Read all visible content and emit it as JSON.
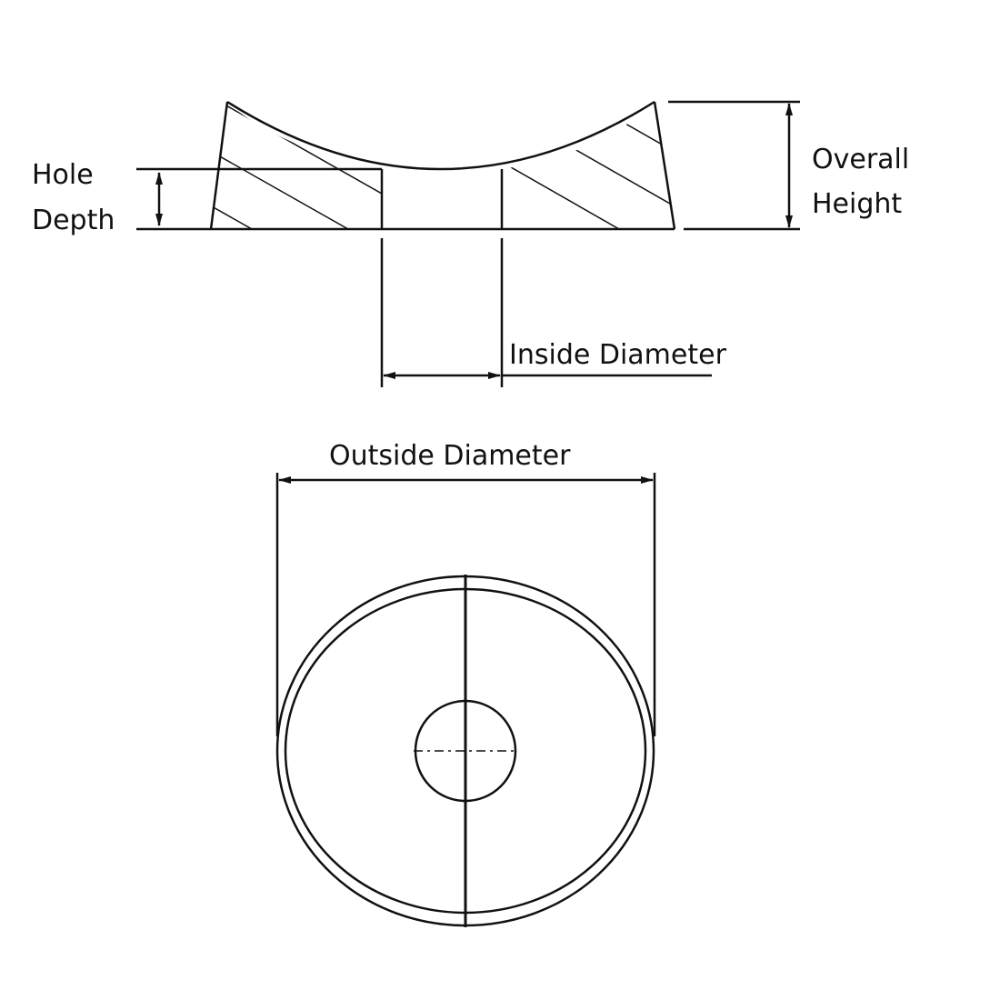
{
  "labels": {
    "hole": "Hole",
    "depth": "Depth",
    "overall": "Overall",
    "height": "Height",
    "inside_diameter": "Inside Diameter",
    "outside_diameter": "Outside Diameter"
  },
  "colors": {
    "line": "#111111",
    "background": "#ffffff"
  }
}
